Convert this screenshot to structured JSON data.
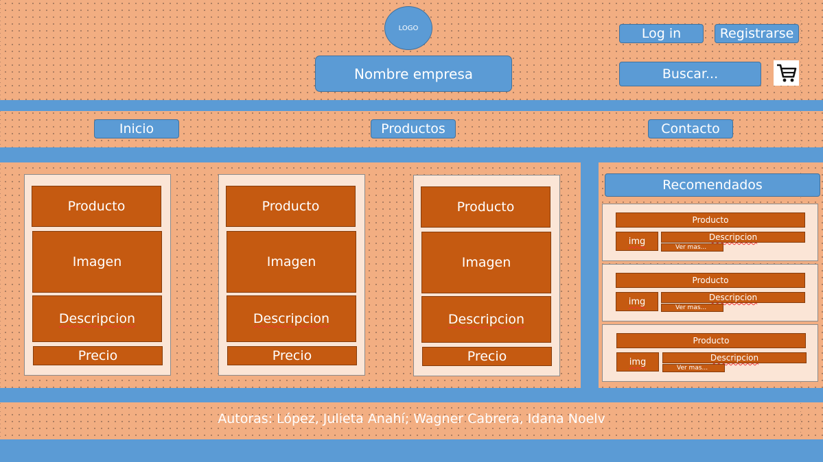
{
  "header": {
    "logo": "LOGO",
    "company_name": "Nombre empresa",
    "login": "Log in",
    "register": "Registrarse",
    "search": "Buscar...",
    "cart_icon": "cart-icon"
  },
  "nav": {
    "items": [
      "Inicio",
      "Productos",
      "Contacto"
    ]
  },
  "products": [
    {
      "name": "Producto",
      "image": "Imagen",
      "description": "Descripcion",
      "price": "Precio"
    },
    {
      "name": "Producto",
      "image": "Imagen",
      "description": "Descripcion",
      "price": "Precio"
    },
    {
      "name": "Producto",
      "image": "Imagen",
      "description": "Descripcion",
      "price": "Precio"
    }
  ],
  "recommended": {
    "title": "Recomendados",
    "items": [
      {
        "name": "Producto",
        "img": "img",
        "description": "Descripcion",
        "more": "Ver mas..."
      },
      {
        "name": "Producto",
        "img": "img",
        "description": "Descripcion",
        "more": "Ver mas..."
      },
      {
        "name": "Producto",
        "img": "img",
        "description": "Descripcion",
        "more": "Ver mas..."
      }
    ]
  },
  "footer": {
    "authors": "Autoras: López, Julieta Anahí; Wagner Cabrera, Idana Noelv"
  },
  "colors": {
    "background": "#f2ae82",
    "blue": "#5b9bd5",
    "orange_box": "#c55a11",
    "card_bg": "#fbe5d6"
  }
}
